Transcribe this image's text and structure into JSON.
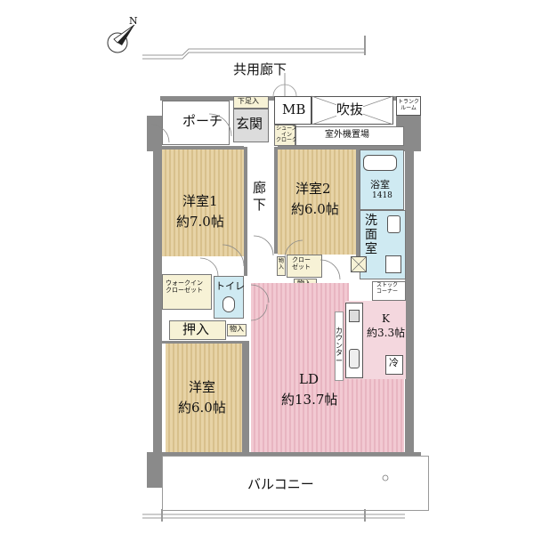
{
  "compass": {
    "north_label": "N"
  },
  "rooms": {
    "corridor_common": "共用廊下",
    "porch": "ポーチ",
    "shoe_storage": "下足入",
    "entrance": "玄関",
    "mb": "MB",
    "void": "吹抜",
    "trunk_room": "トランク\nルーム",
    "shoes_in_closet": "シューズ\nイン\nクローク",
    "outdoor_unit": "室外機置場",
    "room1_name": "洋室1",
    "room1_size": "約7.0帖",
    "hallway": "廊\n下",
    "room2_name": "洋室2",
    "room2_size": "約6.0帖",
    "bathroom_name": "浴室",
    "bathroom_size": "1418",
    "washroom": "洗\n面\n室",
    "closet": "クロー\nゼット",
    "storage_small_1": "物\n入",
    "walk_in_closet": "ウォークイン\nクローゼット",
    "toilet": "トイレ",
    "storage_2": "物入",
    "stock_corner": "ストック\nコーナー",
    "oshiire": "押入",
    "storage_3": "物入",
    "kitchen_name": "K",
    "kitchen_size": "約3.3帖",
    "counter": "カ\nウ\nン\nタ\nー",
    "fridge": "冷",
    "room3_name": "洋室",
    "room3_size": "約6.0帖",
    "ld_name": "LD",
    "ld_size": "約13.7帖",
    "balcony": "バルコニー"
  }
}
